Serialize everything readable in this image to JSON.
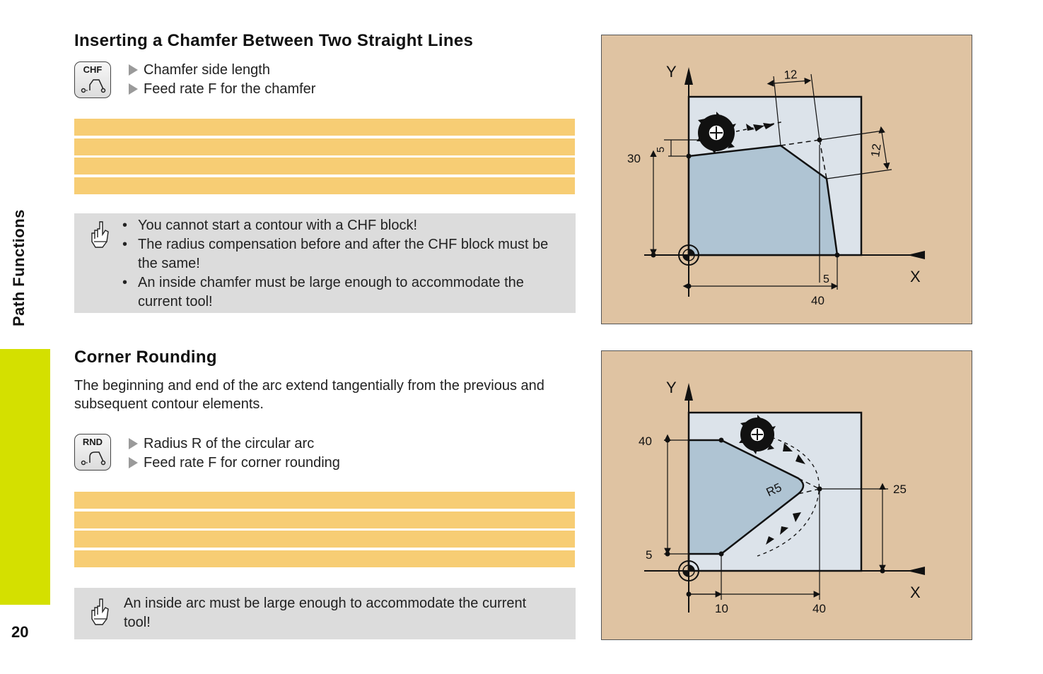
{
  "sidebar": {
    "title": "Path Functions",
    "page_number": "20"
  },
  "chamfer": {
    "heading": "Inserting a Chamfer Between Two Straight Lines",
    "softkey_label": "CHF",
    "prompts": [
      "Chamfer side length",
      "Feed rate F for the chamfer"
    ],
    "notes": [
      "You cannot start a contour with a CHF block!",
      "The radius compensation before and after the CHF block must be the same!",
      "An inside chamfer must be large enough to accommodate the current tool!"
    ],
    "figure": {
      "axis_x": "X",
      "axis_y": "Y",
      "dim_top": "12",
      "dim_right": "12",
      "dim_left_small": "5",
      "dim_left": "30",
      "dim_bottom_small": "5",
      "dim_bottom": "40"
    }
  },
  "rounding": {
    "heading": "Corner Rounding",
    "intro": "The beginning and end of the arc extend tangentially from the previous and subsequent contour elements.",
    "softkey_label": "RND",
    "prompts": [
      "Radius R of the circular arc",
      "Feed rate F for corner rounding"
    ],
    "note": "An inside arc must be large enough to accommodate the current tool!",
    "figure": {
      "axis_x": "X",
      "axis_y": "Y",
      "dim_y_top": "40",
      "dim_y_bottom": "5",
      "dim_right": "25",
      "dim_x_left": "10",
      "dim_x_right": "40",
      "radius_label": "R5"
    }
  },
  "colors": {
    "side_tab": "#d4e000",
    "highlight": "#f7cd74",
    "note_bg": "#dcdcdc",
    "figure_bg": "#dfc3a2",
    "workpiece": "#afc4d3"
  }
}
